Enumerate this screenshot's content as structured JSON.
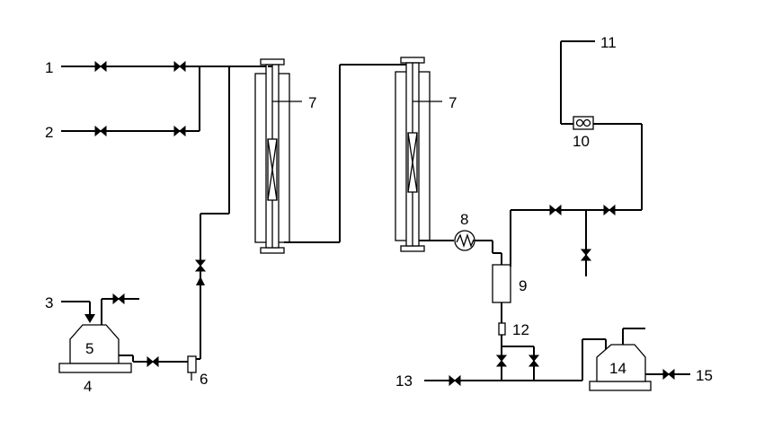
{
  "labels": {
    "n1": "1",
    "n2": "2",
    "n3": "3",
    "n4": "4",
    "n5": "5",
    "n6": "6",
    "n7a": "7",
    "n7b": "7",
    "n8": "8",
    "n9": "9",
    "n10": "10",
    "n11": "11",
    "n12": "12",
    "n13": "13",
    "n14": "14",
    "n15": "15"
  },
  "colors": {
    "line": "#000000",
    "background": "#ffffff"
  }
}
